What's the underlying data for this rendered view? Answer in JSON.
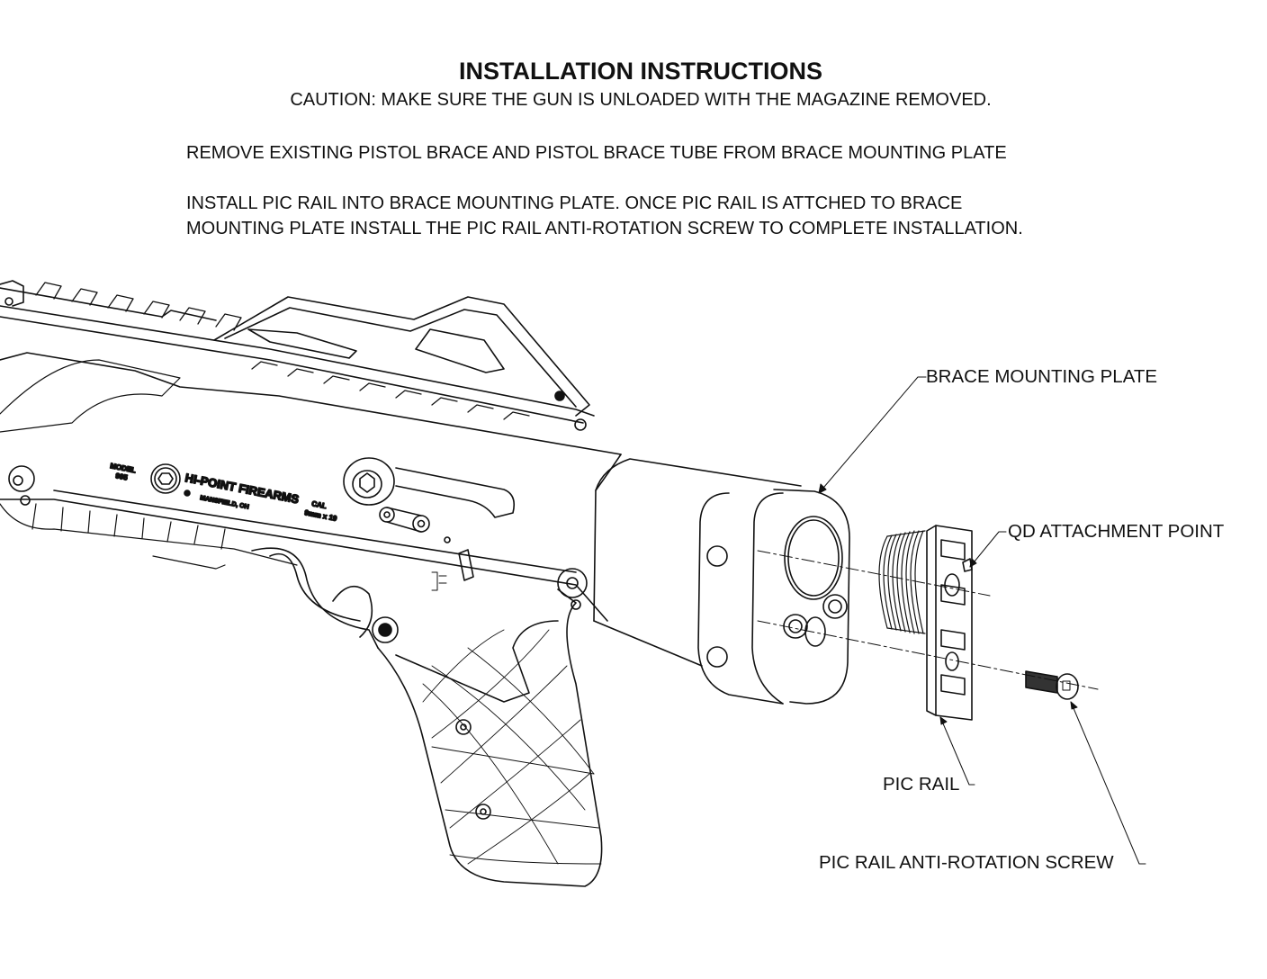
{
  "header": {
    "title": "INSTALLATION INSTRUCTIONS",
    "caution": "CAUTION: MAKE SURE THE GUN IS UNLOADED WITH THE MAGAZINE REMOVED."
  },
  "steps": [
    {
      "lines": [
        "REMOVE EXISTING PISTOL BRACE AND PISTOL BRACE TUBE FROM BRACE MOUNTING PLATE"
      ]
    },
    {
      "lines": [
        "INSTALL PIC RAIL INTO BRACE MOUNTING PLATE.  ONCE PIC RAIL IS ATTCHED TO BRACE",
        "MOUNTING PLATE INSTALL THE PIC RAIL ANTI-ROTATION SCREW TO COMPLETE INSTALLATION."
      ]
    }
  ],
  "callouts": {
    "brace_mounting_plate": "BRACE MOUNTING PLATE",
    "qd_attachment_point": "QD ATTACHMENT POINT",
    "pic_rail": "PIC RAIL",
    "anti_rotation_screw": "PIC RAIL ANTI-ROTATION SCREW"
  },
  "receiver_markings": {
    "brand": "HI-POINT FIREARMS",
    "location": "MANSFIELD, OH",
    "model_label": "MODEL",
    "model_value": "995",
    "caliber_label": "CAL",
    "caliber_value": "9mm x 19"
  }
}
